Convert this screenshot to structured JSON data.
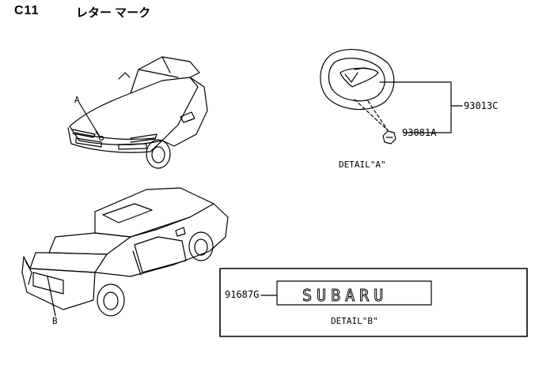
{
  "header": {
    "code": "C11",
    "title": "レター マーク"
  },
  "front_car": {
    "callout": "A"
  },
  "rear_car": {
    "callout": "B"
  },
  "detail_a": {
    "caption": "DETAIL\"A\"",
    "parts": {
      "emblem": "93013C",
      "nut": "93081A"
    }
  },
  "detail_b": {
    "caption": "DETAIL\"B\"",
    "part": "91687G",
    "badge_text": "SUBARU"
  }
}
